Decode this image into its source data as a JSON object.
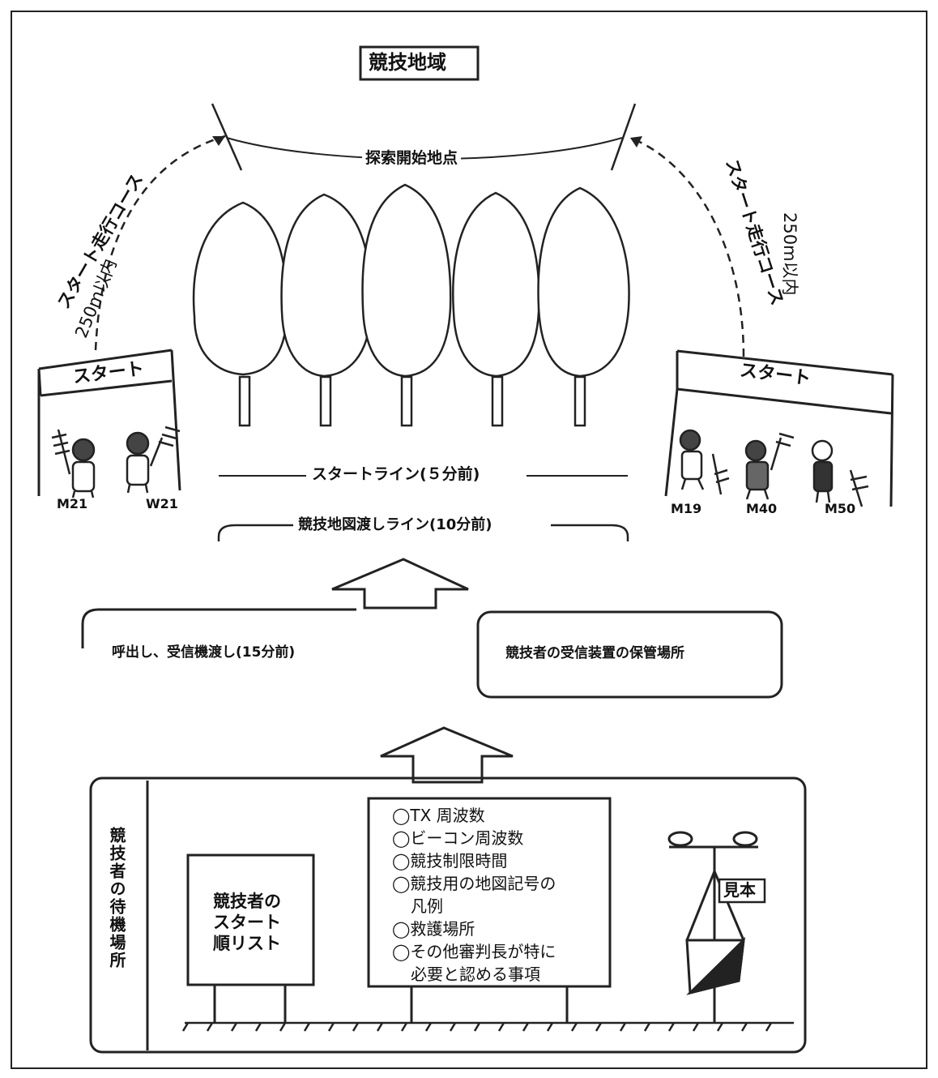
{
  "title": "競技地域",
  "search_start_label": "探索開始地点",
  "left_course": {
    "line1": "スタート走行コース",
    "line2": "250m以内"
  },
  "right_course": {
    "line1": "スタート走行コース",
    "line2": "250m以内"
  },
  "left_start_sign": "スタート",
  "right_start_sign": "スタート",
  "left_classes": [
    "M21",
    "W21"
  ],
  "right_classes": [
    "M19",
    "M40",
    "M50"
  ],
  "start_line": "スタートライン(５分前)",
  "map_handover_line": "競技地図渡しライン(10分前)",
  "call_label": "呼出し、受信機渡し(15分前)",
  "storage_label": "競技者の受信装置の保管場所",
  "waiting_area_label": "競技者の待機場所",
  "start_list_board": {
    "line1": "競技者の",
    "line2": "スタート",
    "line3": "順リスト"
  },
  "info_board": [
    "◯TX 周波数",
    "◯ビーコン周波数",
    "◯競技制限時間",
    "◯競技用の地図記号の",
    "凡例",
    "◯救護場所",
    "◯その他審判長が特に",
    "必要と認める事項"
  ],
  "sample_marker": "見本"
}
